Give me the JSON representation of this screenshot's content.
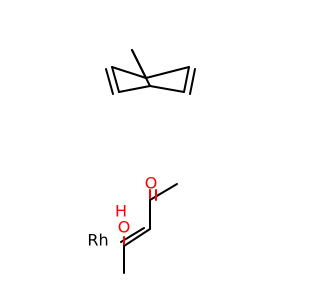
{
  "molecules": [
    {
      "name": "norbornadiene",
      "atom_labels": []
    },
    {
      "name": "rhodium-acetylacetonate-fragment",
      "atom_labels": [
        {
          "id": "o-carbonyl",
          "text": "O",
          "color": "#ff0000"
        },
        {
          "id": "oh-hydroxy",
          "text": "OH",
          "color": "#ff0000"
        },
        {
          "id": "rh-metal",
          "text": "Rh",
          "color": "#000000"
        }
      ]
    }
  ],
  "labels": {
    "carbonyl_o": "O",
    "hydroxy_o": "O",
    "hydroxy_h": "H",
    "rhodium": "Rh"
  },
  "colors": {
    "bond": "#000000",
    "oxygen": "#ff0000",
    "rhodium": "#000000",
    "background": "#ffffff"
  }
}
